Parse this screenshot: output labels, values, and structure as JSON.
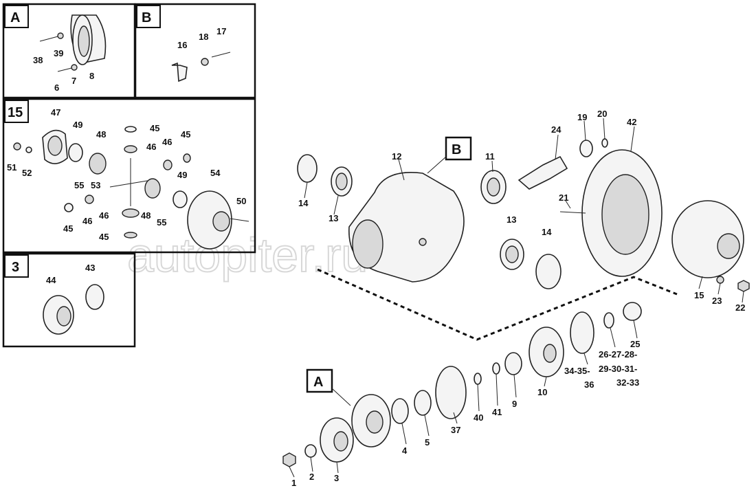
{
  "watermark": "autopiter.ru",
  "panels": {
    "a": {
      "tag": "A",
      "labels": [
        "38",
        "39",
        "6",
        "7",
        "8"
      ]
    },
    "b": {
      "tag": "B",
      "labels": [
        "16",
        "18",
        "17"
      ]
    },
    "p15": {
      "tag": "15",
      "labels": [
        "47",
        "49",
        "48",
        "45",
        "46",
        "46",
        "45",
        "51",
        "52",
        "55",
        "53",
        "49",
        "54",
        "50",
        "45",
        "46",
        "46",
        "48",
        "55",
        "45"
      ]
    },
    "p3": {
      "tag": "3",
      "labels": [
        "43",
        "44"
      ]
    }
  },
  "main_callouts": {
    "b": "B",
    "a": "A"
  },
  "main_labels": [
    "14",
    "13",
    "12",
    "11",
    "24",
    "19",
    "20",
    "42",
    "21",
    "13",
    "14",
    "15",
    "23",
    "22",
    "25",
    "26-27-28-",
    "29-30-31-",
    "32-33",
    "34-35-",
    "36",
    "10",
    "9",
    "41",
    "40",
    "37",
    "5",
    "4",
    "3",
    "2",
    "1"
  ]
}
